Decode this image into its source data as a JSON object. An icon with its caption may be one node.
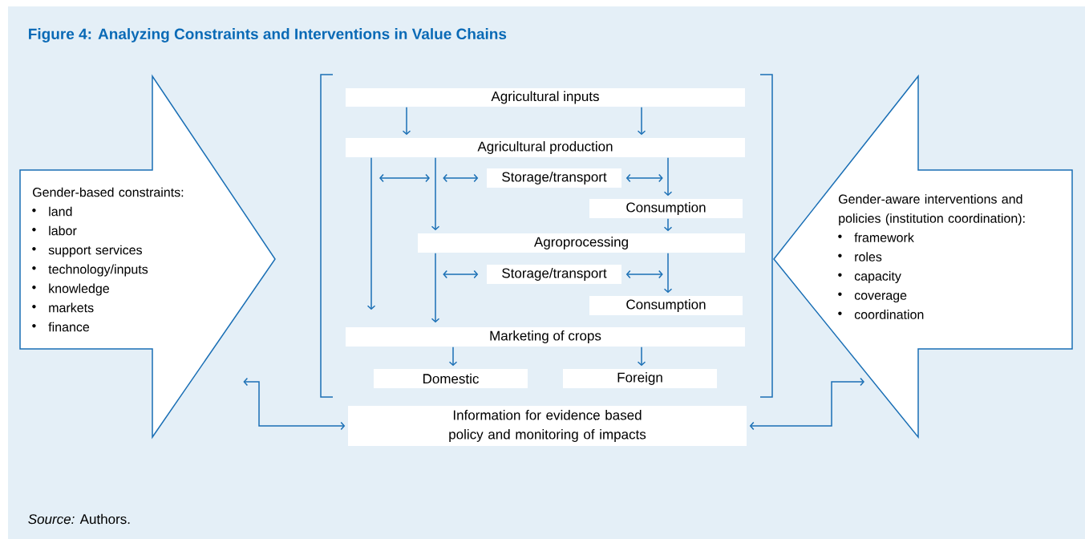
{
  "diagram": {
    "title": "Figure 4:  Analyzing Constraints and Interventions in Value Chains",
    "caption": "*Source:* Authors.",
    "nodes": [
      {
        "text": [
          "Gender-based constraints:",
          "land",
          "labor",
          "support services",
          "technology/inputs",
          "knowledge",
          "markets",
          "finance"
        ]
      },
      {
        "text": [
          "Agricultural inputs"
        ]
      },
      {
        "text": [
          "Agricultural production"
        ]
      },
      {
        "text": [
          "Storage/transport"
        ]
      },
      {
        "text": [
          "Consumption"
        ]
      },
      {
        "text": [
          "Agroprocessing"
        ]
      },
      {
        "text": [
          "Storage/transport"
        ]
      },
      {
        "text": [
          "Consumption"
        ]
      },
      {
        "text": [
          "Marketing of crops"
        ]
      },
      {
        "text": [
          "Domestic"
        ]
      },
      {
        "text": [
          "Foreign"
        ]
      },
      {
        "text": [
          "Information for evidence based policy and monitoring of impacts"
        ]
      },
      {
        "text": [
          "Gender-aware interventions and policies (institution coordination):",
          "framework",
          "roles",
          "capacity",
          "coverage",
          "coordination"
        ]
      }
    ],
    "edges": [
      {
        "from": 1,
        "to": 2,
        "arrow": "to"
      },
      {
        "from": 1,
        "to": 2,
        "arrow": "to"
      },
      {
        "from": 2,
        "to": 8,
        "arrow": "to"
      },
      {
        "from": 2,
        "to": 5,
        "arrow": "to"
      },
      {
        "from": 2,
        "to": 4,
        "arrow": "to"
      },
      {
        "from": 3,
        "to": null,
        "arrow": "both"
      },
      {
        "from": 3,
        "to": null,
        "arrow": "both"
      },
      {
        "from": 4,
        "to": 5,
        "arrow": "to"
      },
      {
        "from": 5,
        "to": 8,
        "arrow": "to"
      },
      {
        "from": 5,
        "to": 7,
        "arrow": "to"
      },
      {
        "from": 6,
        "to": null,
        "arrow": "both"
      },
      {
        "from": 6,
        "to": null,
        "arrow": "both"
      },
      {
        "from": 8,
        "to": 9,
        "arrow": "to"
      },
      {
        "from": 8,
        "to": 10,
        "arrow": "to"
      },
      {
        "from": 11,
        "to": 0,
        "arrow": "both"
      },
      {
        "from": 11,
        "to": 12,
        "arrow": "both"
      }
    ]
  }
}
